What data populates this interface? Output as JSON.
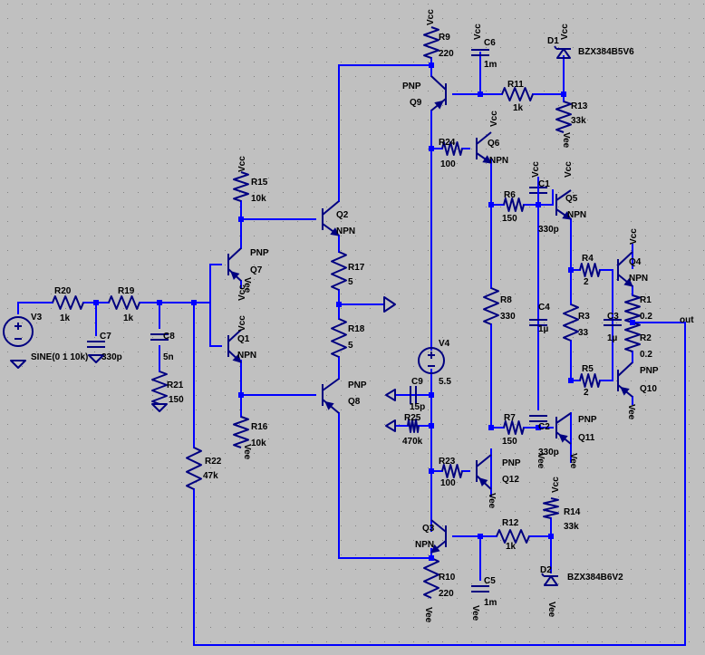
{
  "supply": {
    "vcc": "Vcc",
    "vee": "Vee"
  },
  "output_net": "out",
  "source": {
    "ref": "V3",
    "value": "SINE(0 1 10k)"
  },
  "components": {
    "R20": {
      "ref": "R20",
      "value": "1k"
    },
    "R19": {
      "ref": "R19",
      "value": "1k"
    },
    "C7": {
      "ref": "C7",
      "value": "330p"
    },
    "C8": {
      "ref": "C8",
      "value": "5n"
    },
    "R21": {
      "ref": "R21",
      "value": "150"
    },
    "R22": {
      "ref": "R22",
      "value": "47k"
    },
    "R15": {
      "ref": "R15",
      "value": "10k"
    },
    "R16": {
      "ref": "R16",
      "value": "10k"
    },
    "Q7": {
      "ref": "Q7",
      "type": "PNP"
    },
    "Q1": {
      "ref": "Q1",
      "type": "NPN"
    },
    "Q2": {
      "ref": "Q2",
      "type": "NPN"
    },
    "Q8": {
      "ref": "Q8",
      "type": "PNP"
    },
    "R17": {
      "ref": "R17",
      "value": "5"
    },
    "R18": {
      "ref": "R18",
      "value": "5"
    },
    "R9": {
      "ref": "R9",
      "value": "220"
    },
    "C6": {
      "ref": "C6",
      "value": "1m"
    },
    "D1": {
      "ref": "D1",
      "value": "BZX384B5V6"
    },
    "Q9": {
      "ref": "Q9",
      "type": "PNP"
    },
    "R11": {
      "ref": "R11",
      "value": "1k"
    },
    "R13": {
      "ref": "R13",
      "value": "33k"
    },
    "R24": {
      "ref": "R24",
      "value": "100"
    },
    "Q6": {
      "ref": "Q6",
      "type": "NPN"
    },
    "R6": {
      "ref": "R6",
      "value": "150"
    },
    "C1": {
      "ref": "C1",
      "value": "330p"
    },
    "Q5": {
      "ref": "Q5",
      "type": "NPN"
    },
    "R8": {
      "ref": "R8",
      "value": "330"
    },
    "C4": {
      "ref": "C4",
      "value": "1µ"
    },
    "V4": {
      "ref": "V4",
      "value": "5.5"
    },
    "C9": {
      "ref": "C9",
      "value": "15p"
    },
    "R25": {
      "ref": "R25",
      "value": "470k"
    },
    "R7": {
      "ref": "R7",
      "value": "150"
    },
    "C2": {
      "ref": "C2",
      "value": "330p"
    },
    "Q11": {
      "ref": "Q11",
      "type": "PNP"
    },
    "R4": {
      "ref": "R4",
      "value": "2"
    },
    "Q4": {
      "ref": "Q4",
      "type": "NPN"
    },
    "R3": {
      "ref": "R3",
      "value": "33"
    },
    "C3": {
      "ref": "C3",
      "value": "1µ"
    },
    "R1": {
      "ref": "R1",
      "value": "0.2"
    },
    "R2": {
      "ref": "R2",
      "value": "0.2"
    },
    "R5": {
      "ref": "R5",
      "value": "2"
    },
    "Q10": {
      "ref": "Q10",
      "type": "PNP"
    },
    "R23": {
      "ref": "R23",
      "value": "100"
    },
    "Q12": {
      "ref": "Q12",
      "type": "PNP"
    },
    "Q3": {
      "ref": "Q3",
      "type": "NPN"
    },
    "R12": {
      "ref": "R12",
      "value": "1k"
    },
    "R14": {
      "ref": "R14",
      "value": "33k"
    },
    "D2": {
      "ref": "D2",
      "value": "BZX384B6V2"
    },
    "R10": {
      "ref": "R10",
      "value": "220"
    },
    "C5": {
      "ref": "C5",
      "value": "1m"
    }
  },
  "colors": {
    "background": "#c0c0c0",
    "grid": "#808080",
    "wire": "#0000ff",
    "component": "#000080",
    "text": "#000000"
  }
}
